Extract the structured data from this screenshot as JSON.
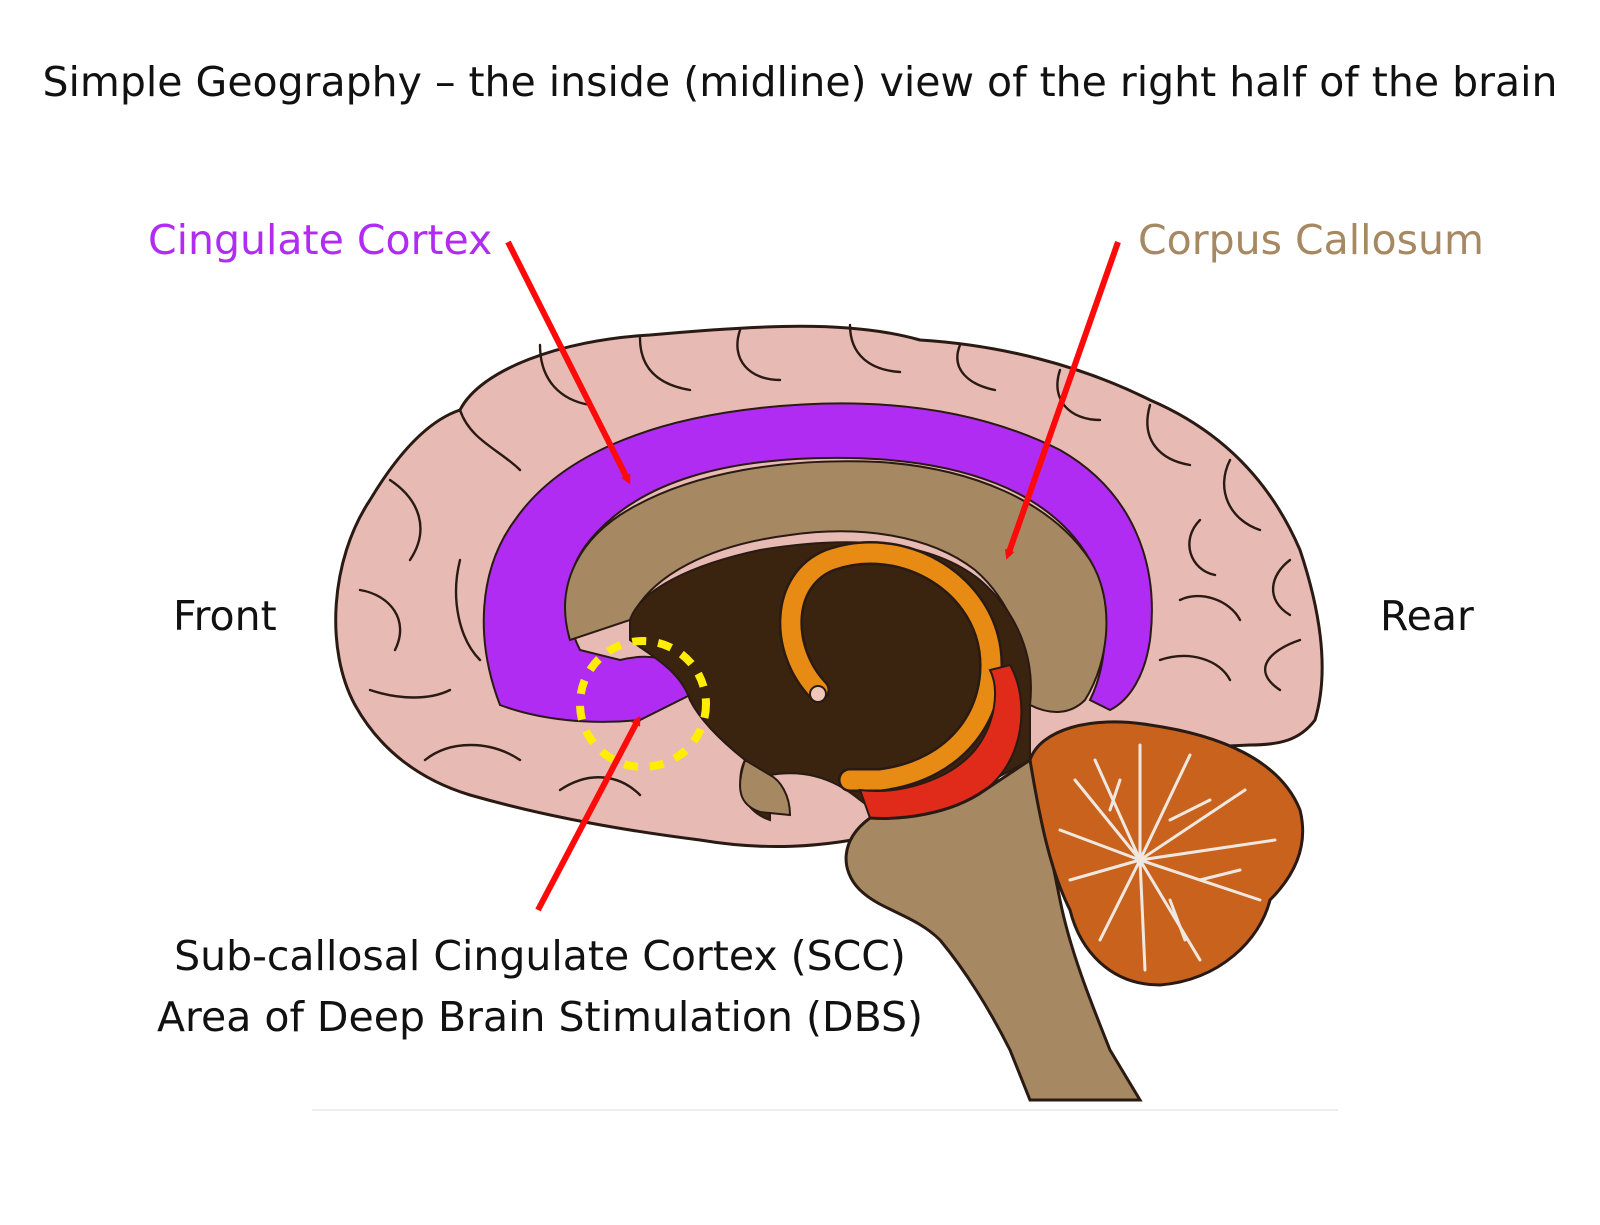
{
  "title": "Simple Geography – the inside (midline) view of the right half of the brain",
  "labels": {
    "cingulate_cortex": "Cingulate Cortex",
    "corpus_callosum": "Corpus Callosum",
    "front": "Front",
    "rear": "Rear"
  },
  "caption": {
    "line1": "Sub-callosal Cingulate Cortex (SCC)",
    "line2": "Area of Deep Brain Stimulation (DBS)"
  },
  "colors": {
    "cortex": "#e8bab4",
    "cingulate": "#b02cf2",
    "corpus": "#a68962",
    "ventricle": "#3a2410",
    "fornix": "#e88b14",
    "thalamic": "#e02a1a",
    "cerebellum": "#c8621c",
    "arrow": "#ff0a0a",
    "highlight": "#ffee00",
    "cingulate_label": "#b02cf2",
    "corpus_label": "#a68962"
  }
}
